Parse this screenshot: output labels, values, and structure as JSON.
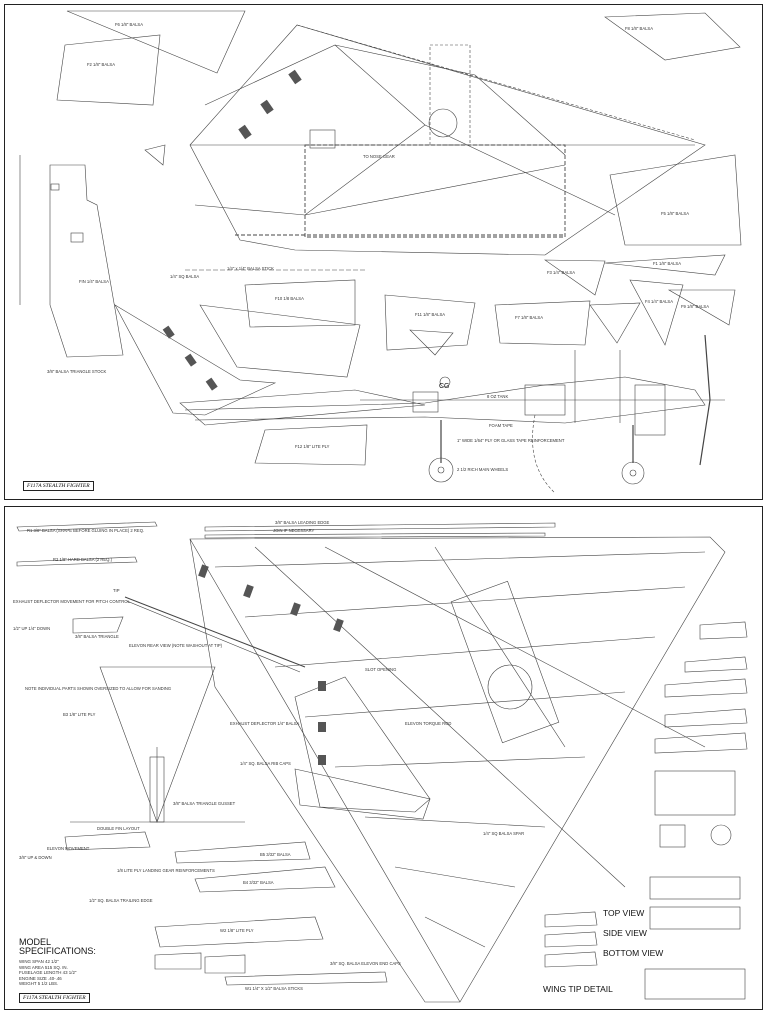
{
  "top_sheet": {
    "title_box": "F117A STEALTH FIGHTER",
    "labels": {
      "f6": "F6 1/8\" BALSA",
      "f2": "F2 1/8\" BALSA",
      "f8": "F8 1/8\" BALSA",
      "f5": "F5 1/8\" BALSA",
      "f1": "F1 1/8\" BALSA",
      "f4": "F4 1/4\" BALSA",
      "f9": "F9 1/8\" BALSA",
      "f10": "F10 1/8 BALSA",
      "f11": "F11 1/8\" BALSA",
      "f7": "F7 1/8\" BALSA",
      "f3": "F3 1/4\" BALSA",
      "f_lite": "F12 1/8\" LITE PLY",
      "fin": "FIN 1/4\" BALSA",
      "triangle": "3/8\" BALSA TRIANGLE STOCK",
      "stick": "1/4\" x 1/4\" BALSA STICK",
      "balsa_sq": "1/4\" SQ BALSA",
      "to_nose": "TO NOSE GEAR",
      "tank": "8 OZ TANK",
      "foam": "FOAM TAPE",
      "cg": "CG",
      "gear_wheels": "2 1/2 RICH MAIN WHEELS",
      "ply_plate": "1\" WIDE 1/64\" PLY OR GLASS TAPE REINFORCEMENT"
    }
  },
  "bottom_sheet": {
    "title_box": "F117A STEALTH FIGHTER",
    "wingtip_views": {
      "top": "TOP VIEW",
      "side": "SIDE VIEW",
      "bottom": "BOTTOM VIEW",
      "caption": "WING TIP DETAIL"
    },
    "specs": {
      "heading_line1": "MODEL",
      "heading_line2": "SPECIFICATIONS:",
      "lines": [
        "WING SPAN 42 1/2\"",
        "WING AREA 515 SQ. IN.",
        "FUSELAGE LENGTH 43 1/2\"",
        "ENGINE SIZE .40-.46",
        "WEIGHT 5 1/2 LBS."
      ]
    },
    "labels": {
      "le_stock": "3/8\" BALSA LEADING EDGE",
      "le_join": "JOIN IF NECESSARY",
      "r1": "R1 3/8\" BALSA (SHAPE BEFORE GLUING IN PLACE) 2 REQ.",
      "r2": "R2 1/8\" HARD BALSA (2 REQ.)",
      "tip": "TIP",
      "exhaust": "EXHAUST DEFLECTOR MOVEMENT FOR PITCH CONTROL",
      "dowel": "1/2\" UP 1/4\" DOWN",
      "tri": "3/8\" BALSA TRIANGLE",
      "elevon": "ELEVON REAR VIEW (NOTE WASHOUT AT TIP)",
      "note_oversized": "NOTE INDIVIDUAL PARTS SHOWN OVERSIZED TO ALLOW FOR SANDING",
      "b3": "B3 1/8\" LITE PLY",
      "exhaust_def": "EXHAUST DEFLECTOR 1/4\" BALSA",
      "rib_caps": "1/4\" SQ. BALSA RIB CAPS",
      "gusset": "3/8\" BALSA TRIANGLE GUSSET",
      "fin_layout": "DOUBLE FIN LAYOUT",
      "elevon_move": "ELEVON MOVEMENT",
      "up_down": "3/8\" UP & DOWN",
      "b5": "B5 3/32\" BALSA",
      "b4": "B4 3/32\" BALSA",
      "lite_ply": "1/8 LITE PLY LANDING GEAR REINFORCEMENTS",
      "te_stock": "1/2\" SQ. BALSA TRAILING EDGE",
      "w2": "W2 1/8\" LITE PLY",
      "w1": "W1 1/4\" X 1/2\" BALSA STICKS",
      "elevon_caps": "3/8\" SQ. BALSA ELEVON END CAPS",
      "torque_rod": "ELEVON TORQUE ROD",
      "slot": "SLOT OPENING",
      "spar": "1/4\" SQ BALSA SPAR"
    }
  }
}
